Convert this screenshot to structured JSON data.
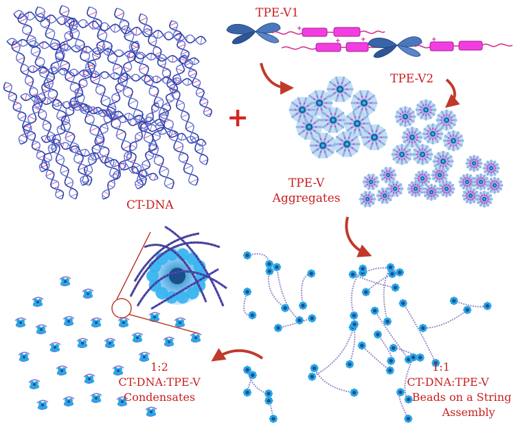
{
  "labels": {
    "tpe_v1": "TPE-V1",
    "tpe_v2": "TPE-V2",
    "ct_dna": "CT-DNA",
    "aggregates_line1": "TPE-V",
    "aggregates_line2": "Aggregates",
    "ratio_11": "1:1",
    "complex_11": "CT-DNA:TPE-V",
    "beads_line1": "Beads on a String",
    "beads_line2": "Assembly",
    "ratio_12": "1:2",
    "complex_12": "CT-DNA:TPE-V",
    "condensates": "Condensates",
    "plus_sign": "+"
  },
  "colors": {
    "label_red": "#c81e1e",
    "arrow_red": "#c0392b",
    "dna_blue": "#2b3fa8",
    "dna_pink": "#d64fa0",
    "molecule_blue": "#3a64a8",
    "linker_magenta": "#e63ad0",
    "aggregate_cyan": "#2aa6e6",
    "aggregate_halo": "#bcd8f2"
  },
  "icons": {
    "arrow_1": "curved-arrow-icon",
    "arrow_2": "curved-arrow-icon",
    "arrow_3": "curved-arrow-icon",
    "arrow_4": "curved-arrow-icon"
  }
}
